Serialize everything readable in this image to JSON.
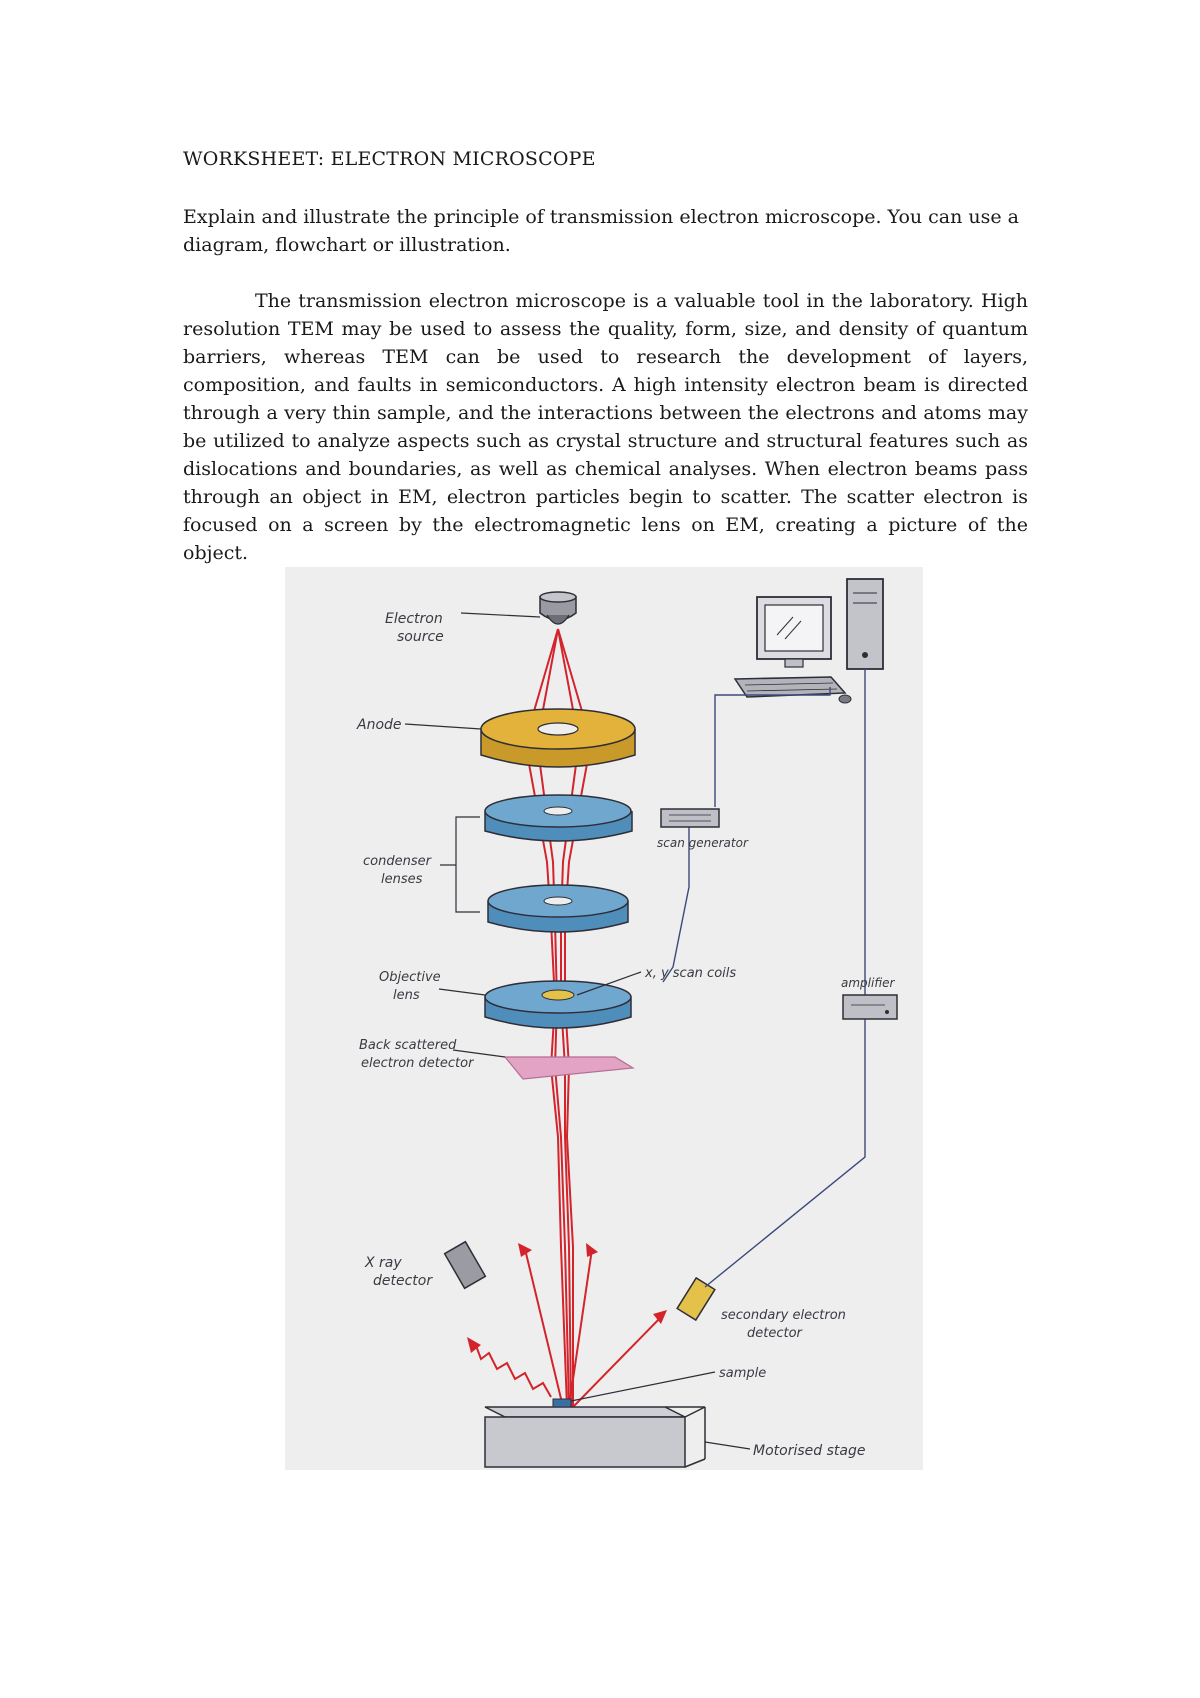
{
  "document": {
    "title": "WORKSHEET: ELECTRON MICROSCOPE",
    "prompt": "Explain and illustrate the principle of transmission electron microscope. You can use a diagram, flowchart or illustration.",
    "answer": "The transmission electron microscope is a valuable tool in the laboratory. High resolution TEM may be used to assess the quality, form, size, and density of quantum barriers, whereas TEM can be used to research the development of layers, composition, and faults in semiconductors. A high intensity electron beam is directed through a very thin sample, and the interactions between the electrons and atoms may be utilized to analyze aspects such as crystal structure and structural features such as dislocations and boundaries, as well as chemical analyses. When electron beams pass through an object in EM, electron particles begin to scatter. The scatter electron is focused on a screen by the electromagnetic lens on EM, creating a picture of the object."
  },
  "diagram": {
    "labels": {
      "electron_source_1": "Electron",
      "electron_source_2": "source",
      "anode": "Anode",
      "condenser_1": "condenser",
      "condenser_2": "lenses",
      "objective_1": "Objective",
      "objective_2": "lens",
      "backscatter_1": "Back scattered",
      "backscatter_2": "electron detector",
      "xray_1": "X ray",
      "xray_2": "detector",
      "scan_generator": "scan generator",
      "scan_coils": "x, y scan coils",
      "amplifier": "amplifier",
      "secondary_1": "secondary electron",
      "secondary_2": "detector",
      "sample": "sample",
      "stage": "Motorised stage"
    },
    "colors": {
      "paper": "#eeeeef",
      "beam": "#d3242c",
      "anode": "#e2b23a",
      "lens": "#6fa7cf",
      "backscatter_plate": "#e3a3c4",
      "pencil": "#2e2e36",
      "detector_yellow": "#e4c24a"
    }
  }
}
